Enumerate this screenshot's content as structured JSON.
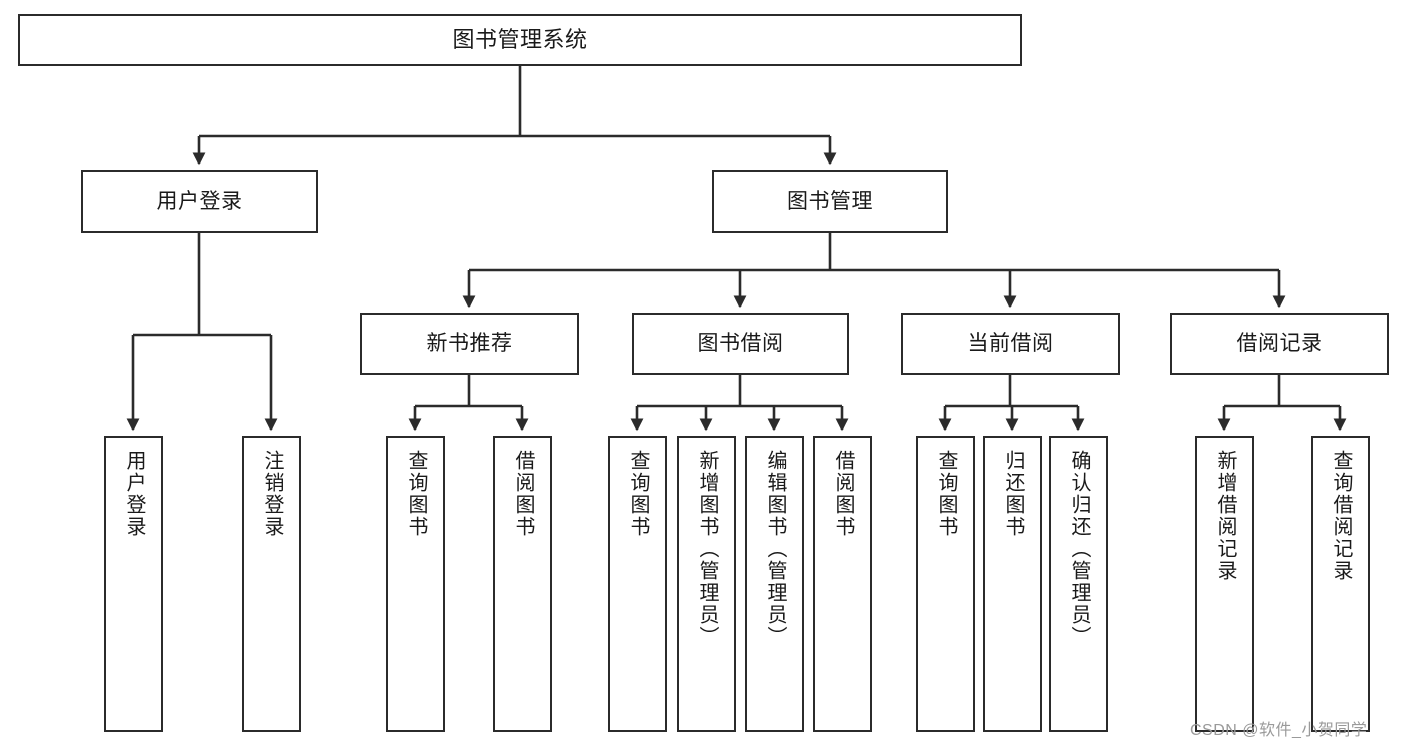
{
  "diagram": {
    "type": "tree",
    "title": "图书管理系统",
    "background_color": "#ffffff",
    "node_border_color": "#2b2b2b",
    "text_color": "#1a1a1a",
    "nodes": {
      "root": {
        "label": "图书管理系统"
      },
      "level1": [
        {
          "label": "用户登录"
        },
        {
          "label": "图书管理"
        }
      ],
      "level2": [
        {
          "label": "新书推荐"
        },
        {
          "label": "图书借阅"
        },
        {
          "label": "当前借阅"
        },
        {
          "label": "借阅记录"
        }
      ],
      "leaves_user_login": [
        {
          "label": "用户登录"
        },
        {
          "label": "注销登录"
        }
      ],
      "leaves_new_book": [
        {
          "label": "查询图书"
        },
        {
          "label": "借阅图书"
        }
      ],
      "leaves_borrow": [
        {
          "label": "查询图书"
        },
        {
          "label": "新增图书（管理员）"
        },
        {
          "label": "编辑图书（管理员）"
        },
        {
          "label": "借阅图书"
        }
      ],
      "leaves_current": [
        {
          "label": "查询图书"
        },
        {
          "label": "归还图书"
        },
        {
          "label": "确认归还（管理员）"
        }
      ],
      "leaves_record": [
        {
          "label": "新增借阅记录"
        },
        {
          "label": "查询借阅记录"
        }
      ]
    }
  },
  "watermark": {
    "text": "CSDN @软件_小贺同学",
    "color": "#9a9a9a"
  }
}
